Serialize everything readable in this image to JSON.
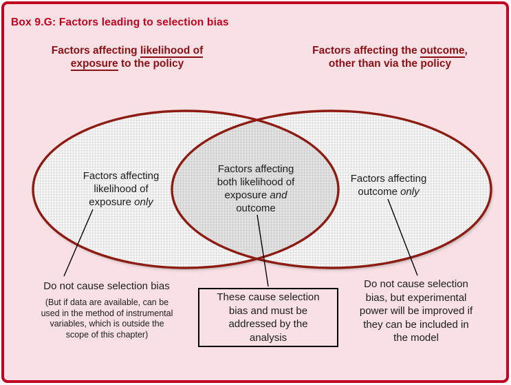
{
  "title": "Box 9.G: Factors leading to selection bias",
  "headers": {
    "left": {
      "line1_pre": "Factors affecting ",
      "line1_u": "likelihood of",
      "line2_u": "exposure",
      "line2_post": " to the policy"
    },
    "right": {
      "line1_pre": "Factors affecting the ",
      "line1_u": "outcome",
      "line1_post": ",",
      "line2": "other than via the policy"
    }
  },
  "venn": {
    "left_label": {
      "line1": "Factors affecting",
      "line2": "likelihood of",
      "line3_pre": "exposure ",
      "line3_it": "only"
    },
    "center_label": {
      "line1": "Factors affecting",
      "line2": "both likelihood of",
      "line3_pre": "exposure ",
      "line3_it": "and",
      "line4": "outcome"
    },
    "right_label": {
      "line1": "Factors affecting",
      "line2_pre": "outcome ",
      "line2_it": "only"
    }
  },
  "notes": {
    "left_main": "Do not cause selection bias",
    "left_sub_lines": [
      "(But if data are available, can be",
      "used in the method of instrumental",
      "variables, which is outside the",
      "scope of this chapter)"
    ],
    "center_lines": [
      "These cause selection",
      "bias and must be",
      "addressed by the",
      "analysis"
    ],
    "right_lines": [
      "Do not cause selection",
      "bias, but experimental",
      "power will be improved if",
      "they can be included in",
      "the model"
    ]
  },
  "colors": {
    "panel_background": "#f8e0e4",
    "frame_red": "#c10021",
    "title_red": "#c10021",
    "header_maroon": "#8a1016",
    "ellipse_stroke": "#8c1b12",
    "ellipse_fill_base": "#e9e9e9",
    "text": "#1c1c1c"
  }
}
